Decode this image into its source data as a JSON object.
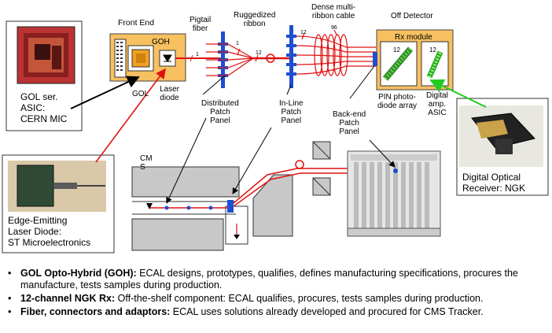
{
  "top_labels": {
    "front_end": "Front End",
    "goh": "GOH",
    "gol": "GOL",
    "laser_diode": [
      "Laser",
      "diode"
    ],
    "pigtail_fiber": [
      "Pigtail",
      "fiber"
    ],
    "ruggedized_ribbon": [
      "Ruggedized",
      "ribbon"
    ],
    "dense_cable": [
      "Dense multi-",
      "ribbon cable"
    ],
    "off_detector": "Off Detector",
    "rx_module": "Rx module",
    "distributed_patch_panel": [
      "Distributed",
      "Patch",
      "Panel"
    ],
    "inline_patch_panel": [
      "In-Line",
      "Patch",
      "Panel"
    ],
    "backend_patch_panel": [
      "Back-end",
      "Patch",
      "Panel"
    ],
    "pin_photodiode": [
      "PIN photo-",
      "diode array"
    ],
    "digital_amp": [
      "Digital",
      "amp.",
      "ASIC"
    ],
    "fiber_count_1a": "1",
    "fiber_count_12a": "12",
    "fiber_count_1b": "1",
    "fiber_count_12b": "12",
    "fiber_count_96": "96",
    "rx_12a": "12",
    "rx_12b": "12",
    "cms": [
      "CM",
      "S"
    ]
  },
  "photos": {
    "gol_asic": [
      "GOL ser.",
      "ASIC:",
      "CERN MIC"
    ],
    "laser": [
      "Edge-Emitting",
      "Laser Diode:",
      "ST Microelectronics"
    ],
    "receiver": [
      "Digital Optical",
      "Receiver:  NGK"
    ]
  },
  "bullets": [
    {
      "bold": "GOL Opto-Hybrid (GOH):",
      "text": "  ECAL designs, prototypes, qualifies, defines manufacturing specifications, procures the manufacture, tests samples during production."
    },
    {
      "bold": "12-channel NGK Rx:",
      "text": "  Off-the-shelf component:  ECAL qualifies, procures, tests samples during production."
    },
    {
      "bold": "Fiber, connectors and adaptors:",
      "text": "  ECAL uses solutions already developed and procured for CMS Tracker."
    }
  ],
  "bullet_symbol": "•",
  "colors": {
    "fiber": "#e01010",
    "connector": "#1e4fd0",
    "module_fill": "#f7c060",
    "arrow_green": "#22cc22",
    "arrow_black": "#000000",
    "arrow_red": "#e01010"
  }
}
